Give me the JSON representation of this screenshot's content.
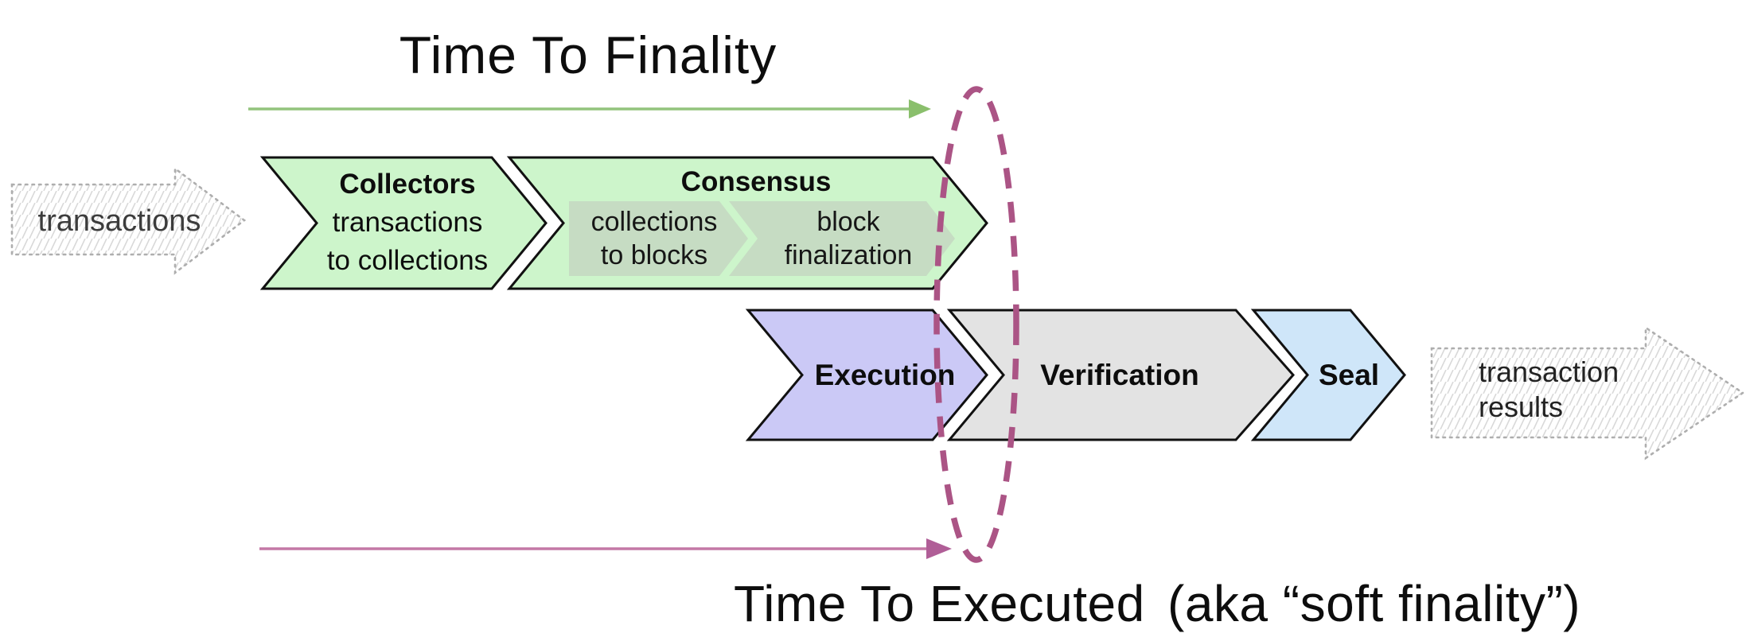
{
  "header": {
    "title": "Time To Finality",
    "title_color": "#6cab57",
    "arrow_color": "#93c47d",
    "arrowhead_color": "#8abf6c"
  },
  "footer": {
    "title": "Time To Executed",
    "subtitle": "(aka “soft finality”)",
    "title_color": "#a84476",
    "subtitle_color": "#8c8c8c",
    "arrow_color": "#c478a6",
    "arrowhead_color": "#b05e97"
  },
  "soft_finality_ellipse": {
    "color": "#ab5485"
  },
  "input_arrow": {
    "label": "transactions"
  },
  "output_arrow": {
    "line1": "transaction",
    "line2": "results"
  },
  "stages": {
    "collectors": {
      "title": "Collectors",
      "line1": "transactions",
      "line2": "to collections",
      "fill": "#cdf5cb"
    },
    "consensus": {
      "title": "Consensus",
      "fill": "#cdf5cb",
      "sub1": {
        "line1": "collections",
        "line2": "to blocks",
        "fill": "#c6dcc3"
      },
      "sub2": {
        "line1": "block",
        "line2": "finalization",
        "fill": "#c6dcc3"
      }
    },
    "execution": {
      "label": "Execution",
      "fill": "#cbc9f6"
    },
    "verification": {
      "label": "Verification",
      "fill": "#e3e3e3"
    },
    "seal": {
      "label": "Seal",
      "fill": "#cfe6f9"
    }
  }
}
